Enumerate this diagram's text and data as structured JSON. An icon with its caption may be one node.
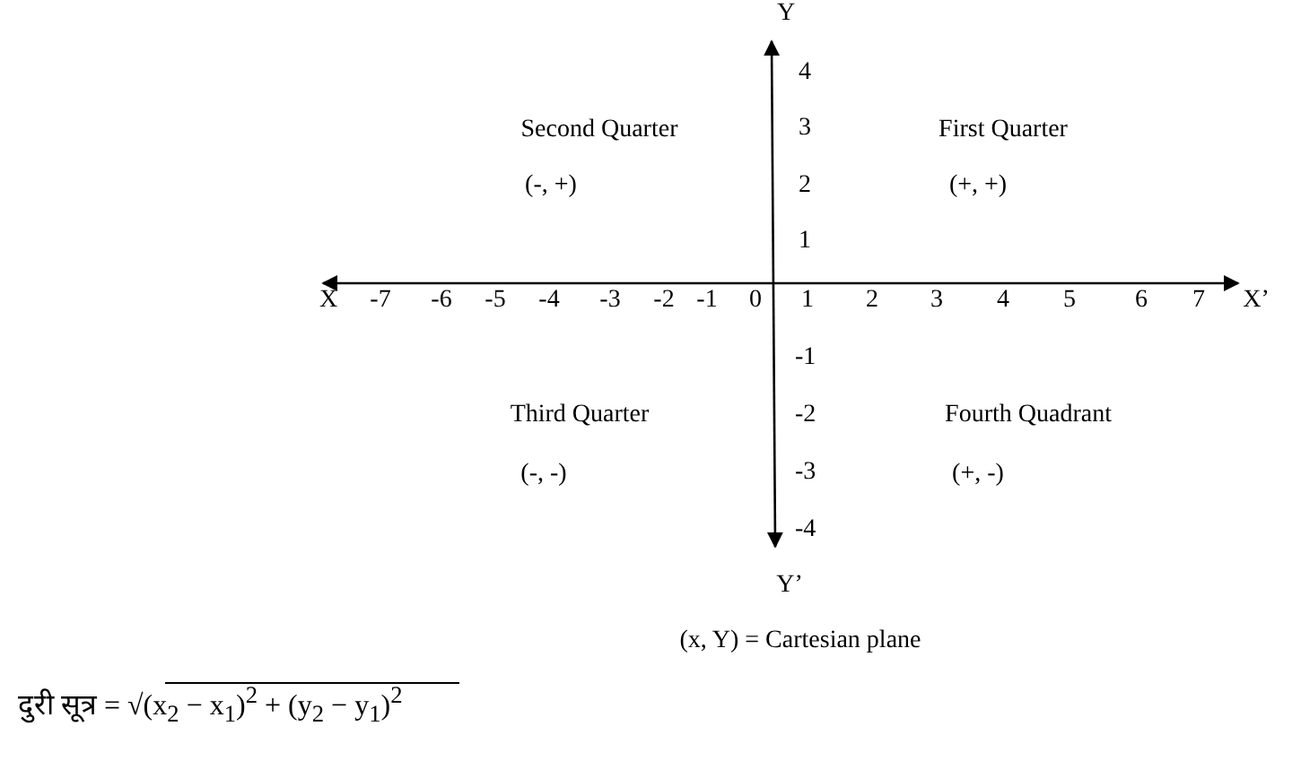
{
  "diagram": {
    "labels": [
      "Y",
      "4",
      "Second Quarter",
      "3",
      "First Quarter",
      "(-, +)",
      "2",
      "(+, +)",
      "1",
      "X",
      "-7",
      "-6",
      "-5",
      "-4",
      "-3",
      "-2",
      "-1",
      "0",
      "1",
      "2",
      "3",
      "4",
      "5",
      "6",
      "7",
      "X’",
      "-1",
      "Third Quarter",
      "-2",
      "Fourth Quadrant",
      "(-, -)",
      "-3",
      "(+, -)",
      "-4",
      "Y’",
      "(x, Y) = Cartesian plane",
      "दुरी सूत्र = √(x$_{2}$ − x$_{1}$)$^{2}$ + (y$_{2}$ − y$_{1}$)$^{2}$"
    ]
  }
}
